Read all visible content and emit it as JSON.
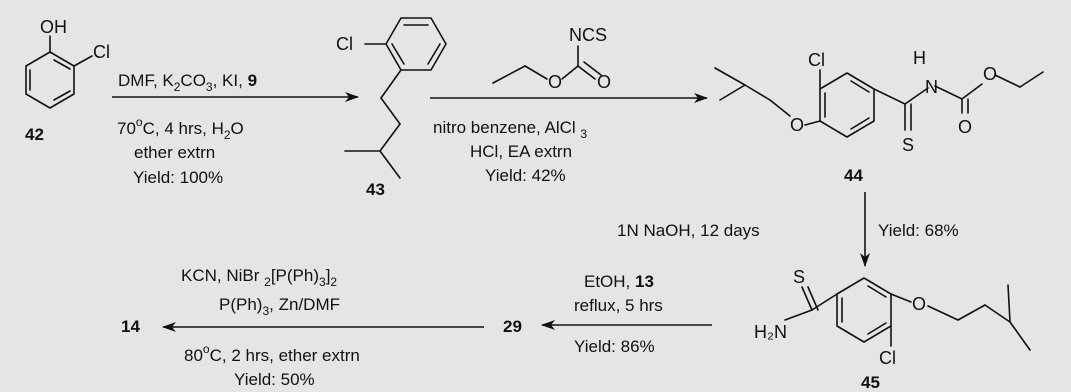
{
  "scheme": {
    "background_color": "#e5e5e5",
    "compounds": {
      "c42": {
        "label": "42",
        "atoms": {
          "oh": "OH",
          "cl": "Cl"
        }
      },
      "c43": {
        "label": "43",
        "atoms": {
          "cl": "Cl"
        }
      },
      "c44": {
        "label": "44",
        "atoms": {
          "cl": "Cl",
          "o_ether": "O",
          "s": "S",
          "h": "H",
          "n": "N",
          "o_carbonyl": "O",
          "o_ester": "O"
        }
      },
      "c45": {
        "label": "45",
        "atoms": {
          "s": "S",
          "n": "H₂N",
          "o_ether": "O",
          "cl": "Cl"
        }
      },
      "c29": {
        "label": "29"
      },
      "c14": {
        "label": "14"
      }
    },
    "reagent_ncs": {
      "atoms": {
        "ncs": "NCS",
        "o1": "O",
        "o2": "O"
      }
    },
    "steps": {
      "s1": {
        "above": [
          "DMF, K₂CO₃, KI, 9"
        ],
        "below": [
          "70°C, 4 hrs, H₂O",
          "ether extrn",
          "Yield: 100%"
        ]
      },
      "s2": {
        "below": [
          "nitro benzene, AlCl 3",
          "HCl, EA extrn",
          "Yield: 42%"
        ]
      },
      "s3": {
        "left": [
          "1N NaOH, 12 days"
        ],
        "right": [
          "Yield: 68%"
        ]
      },
      "s4": {
        "above": [
          "EtOH, 13",
          "reflux, 5 hrs"
        ],
        "below": [
          "Yield: 86%"
        ]
      },
      "s5": {
        "above": [
          "KCN, NiBr 2[P(Ph)3]2",
          "P(Ph)3, Zn/DMF"
        ],
        "below": [
          "80°C, 2 hrs, ether extrn",
          "Yield: 50%"
        ]
      }
    }
  }
}
